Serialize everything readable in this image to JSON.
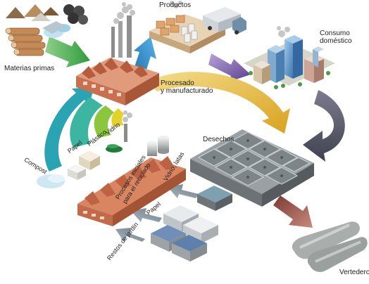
{
  "diagram": {
    "nodes": {
      "raw_materials": "Materias primas",
      "products": "Productos",
      "consumption_l1": "Consumo",
      "consumption_l2": "doméstico",
      "processing_l1": "Procesado",
      "processing_l2": "y manufacturado",
      "waste": "Desechos",
      "landfill": "Vertedero",
      "recycling_l1": "Procesos iniciales",
      "recycling_l2": "para el reciclado"
    },
    "returns": {
      "glass": "Vidrio",
      "plastic": "Plástico",
      "paper": "Papel",
      "compost": "Compost"
    },
    "separated": {
      "glass_cans": "Vidrio, latas",
      "paper": "Papel",
      "garden": "Restos de jardín"
    }
  },
  "colors": {
    "arrow_green": "#3aa64a",
    "arrow_blue": "#2f88c7",
    "arrow_purple": "#7a5ba8",
    "arrow_yellow": "#e2b63a",
    "arrow_dark": "#5d5f70",
    "arrow_brown": "#9a5548",
    "arrow_cyan": "#2aa3b2",
    "arrow_grey": "#8a97a0",
    "factory_brick": "#c8704f",
    "factory_roof": "#b55c3e"
  }
}
